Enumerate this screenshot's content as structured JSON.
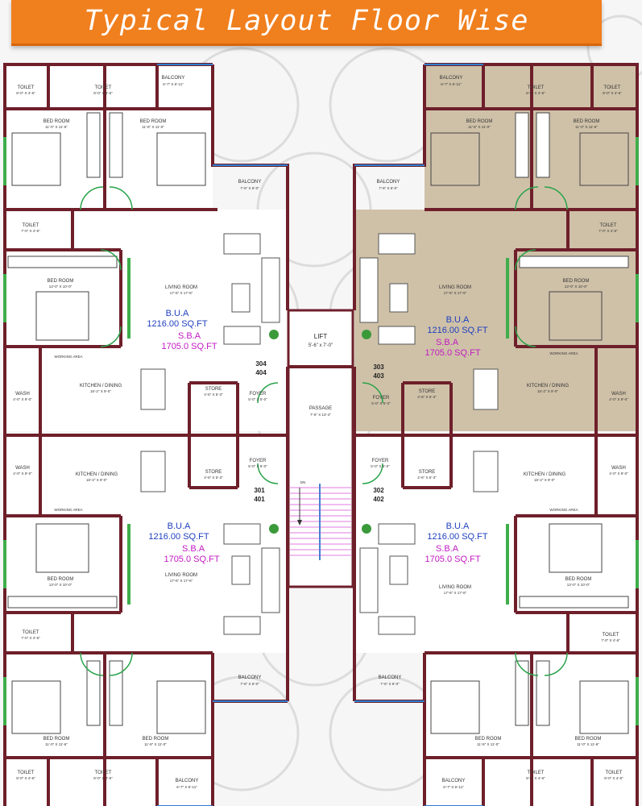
{
  "banner": {
    "title": "Typical Layout Floor Wise"
  },
  "core": {
    "lift_label": "LIFT",
    "lift_dim": "5'-6\" x 7'-0\"",
    "passage_label": "PASSAGE",
    "passage_dim": "7'-6\" X 13'-4\"",
    "stair_label": "DN"
  },
  "units": {
    "top_left": {
      "number_a": "304",
      "number_b": "404",
      "bua_label": "B.U.A",
      "bua_value": "1216.00 SQ.FT",
      "sba_label": "S.B.A",
      "sba_value": "1705.0 SQ.FT",
      "living": "LIVING ROOM",
      "living_dim": "17'-6\" X 17'-6\"",
      "kitchen": "KITCHEN / DINING",
      "kitchen_dim": "16'-2\" X 9'-0\"",
      "bed1": "BED ROOM",
      "bed1_dim": "11'-0\" X 11'-6\"",
      "bed2": "BED ROOM",
      "bed2_dim": "11'-6\" X 11'-0\"",
      "bed3": "BED ROOM",
      "bed3_dim": "13'-0\" X 10'-0\"",
      "balcony1": "BALCONY",
      "balcony1_dim": "6'-7\" X 6'-11\"",
      "balcony2": "BALCONY",
      "balcony2_dim": "7'-6\" X 6'-0\"",
      "toilet1": "TOILET",
      "toilet1_dim": "8'-0\" X 4'-6\"",
      "toilet2": "TOILET",
      "toilet2_dim": "8'-0\" X 4'-6\"",
      "toilet3": "TOILET",
      "toilet3_dim": "7'-0\" X 4'-6\"",
      "wash": "WASH",
      "wash_dim": "4'-0\" X 9'-0\"",
      "store": "STORE",
      "store_dim": "4'-6\" X 5'-3\"",
      "foyer": "FOYER",
      "foyer_dim": "5'-0\" X 5'-0\"",
      "working": "WORKING AREA"
    },
    "top_right": {
      "number_a": "303",
      "number_b": "403",
      "bua_label": "B.U.A",
      "bua_value": "1216.00 SQ.FT",
      "sba_label": "S.B.A",
      "sba_value": "1705.0 SQ.FT",
      "living": "LIVING ROOM",
      "living_dim": "17'-6\" X 17'-6\"",
      "kitchen": "KITCHEN / DINING",
      "kitchen_dim": "16'-2\" X 9'-0\"",
      "bed1": "BED ROOM",
      "bed1_dim": "11'-6\" X 11'-0\"",
      "bed2": "BED ROOM",
      "bed2_dim": "11'-0\" X 11'-6\"",
      "bed3": "BED ROOM",
      "bed3_dim": "13'-0\" X 10'-0\"",
      "balcony1": "BALCONY",
      "balcony1_dim": "6'-7\" X 6'-11\"",
      "balcony2": "BALCONY",
      "balcony2_dim": "7'-6\" X 6'-0\"",
      "toilet1": "TOILET",
      "toilet1_dim": "8'-0\" X 4'-6\"",
      "toilet2": "TOILET",
      "toilet2_dim": "8'-0\" X 4'-6\"",
      "toilet3": "TOILET",
      "toilet3_dim": "7'-0\" X 4'-6\"",
      "wash": "WASH",
      "wash_dim": "4'-0\" X 9'-0\"",
      "store": "STORE",
      "store_dim": "4'-6\" X 5'-3\"",
      "foyer": "FOYER",
      "foyer_dim": "5'-0\" X 5'-0\"",
      "working": "WORKING AREA"
    },
    "bottom_left": {
      "number_a": "301",
      "number_b": "401",
      "bua_label": "B.U.A",
      "bua_value": "1216.00 SQ.FT",
      "sba_label": "S.B.A",
      "sba_value": "1705.0 SQ.FT",
      "living": "LIVING ROOM",
      "living_dim": "17'-6\" X 17'-6\"",
      "kitchen": "KITCHEN / DINING",
      "kitchen_dim": "16'-2\" X 9'-0\"",
      "bed1": "BED ROOM",
      "bed1_dim": "11'-0\" X 11'-6\"",
      "bed2": "BED ROOM",
      "bed2_dim": "11'-6\" X 11'-0\"",
      "bed3": "BED ROOM",
      "bed3_dim": "13'-0\" X 10'-0\"",
      "balcony1": "BALCONY",
      "balcony1_dim": "6'-7\" X 6'-11\"",
      "balcony2": "BALCONY",
      "balcony2_dim": "7'-6\" X 6'-0\"",
      "toilet1": "TOILET",
      "toilet1_dim": "8'-0\" X 4'-6\"",
      "toilet2": "TOILET",
      "toilet2_dim": "8'-0\" X 4'-6\"",
      "toilet3": "TOILET",
      "toilet3_dim": "7'-0\" X 4'-6\"",
      "wash": "WASH",
      "wash_dim": "4'-0\" X 9'-0\"",
      "store": "STORE",
      "store_dim": "4'-6\" X 5'-3\"",
      "foyer": "FOYER",
      "foyer_dim": "5'-0\" X 5'-0\"",
      "working": "WORKING AREA"
    },
    "bottom_right": {
      "number_a": "302",
      "number_b": "402",
      "bua_label": "B.U.A",
      "bua_value": "1216.00 SQ.FT",
      "sba_label": "S.B.A",
      "sba_value": "1705.0 SQ.FT",
      "living": "LIVING ROOM",
      "living_dim": "17'-6\" X 17'-6\"",
      "kitchen": "KITCHEN / DINING",
      "kitchen_dim": "16'-2\" X 9'-0\"",
      "bed1": "BED ROOM",
      "bed1_dim": "11'-6\" X 11'-0\"",
      "bed2": "BED ROOM",
      "bed2_dim": "11'-0\" X 11'-6\"",
      "bed3": "BED ROOM",
      "bed3_dim": "13'-0\" X 10'-0\"",
      "balcony1": "BALCONY",
      "balcony1_dim": "6'-7\" X 6'-11\"",
      "balcony2": "BALCONY",
      "balcony2_dim": "7'-6\" X 6'-0\"",
      "toilet1": "TOILET",
      "toilet1_dim": "8'-0\" X 4'-6\"",
      "toilet2": "TOILET",
      "toilet2_dim": "8'-0\" X 4'-6\"",
      "toilet3": "TOILET",
      "toilet3_dim": "7'-0\" X 4'-6\"",
      "wash": "WASH",
      "wash_dim": "4'-0\" X 9'-0\"",
      "store": "STORE",
      "store_dim": "4'-6\" X 5'-3\"",
      "foyer": "FOYER",
      "foyer_dim": "5'-0\" X 5'-0\"",
      "working": "WORKING AREA"
    }
  },
  "colors": {
    "wall": "#6e1f2a",
    "highlight_fill": "#cfc1a8",
    "banner": "#f07f1e",
    "bua_text": "#1f3fbf",
    "sba_text": "#c21ac2",
    "stair": "#e27be2",
    "window": "#3fae4b"
  }
}
